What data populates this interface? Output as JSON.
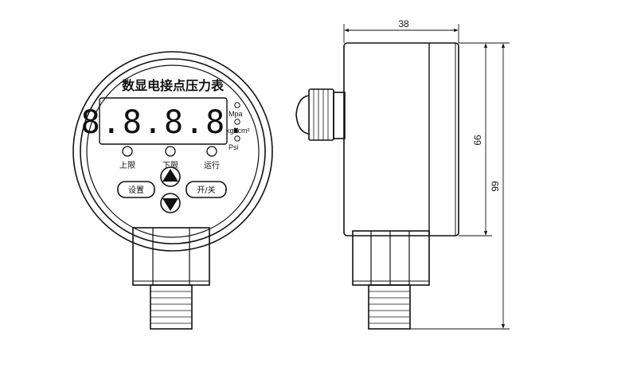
{
  "front_view": {
    "title": "数显电接点压力表",
    "display_digits": "8.8.8.8.",
    "units": [
      "Mpa",
      "kgf/cm²",
      "Psi"
    ],
    "indicator_labels": [
      "上限",
      "下限",
      "运行"
    ],
    "buttons": {
      "set": "设置",
      "toggle": "开/关"
    },
    "arrow_up_icon": "triangle-up-icon",
    "arrow_down_icon": "triangle-down-icon"
  },
  "dimensions": {
    "depth": "38",
    "body_height": "66",
    "overall_height": "99"
  }
}
